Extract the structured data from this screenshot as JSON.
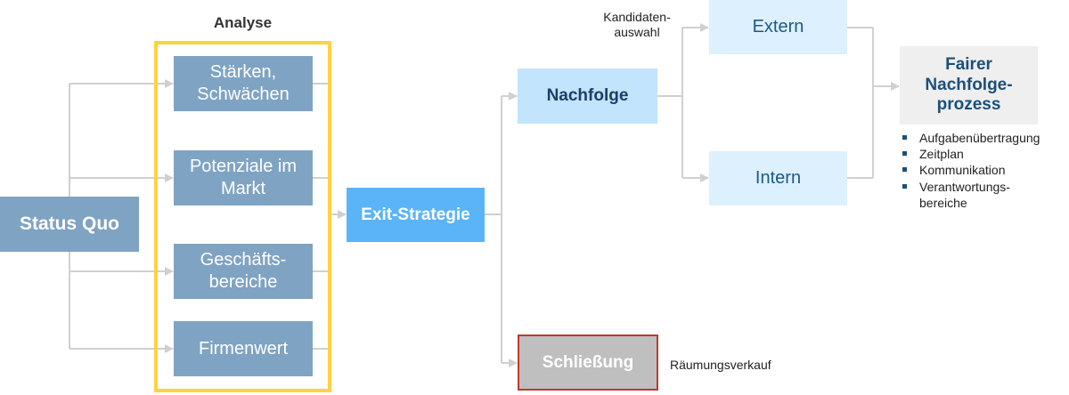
{
  "analysis": {
    "title": "Analyse",
    "items": [
      {
        "line1": "Stärken,",
        "line2": "Schwächen"
      },
      {
        "line1": "Potenziale im",
        "line2": "Markt"
      },
      {
        "line1": "Geschäfts-",
        "line2": "bereiche"
      },
      {
        "line1": "Firmenwert",
        "line2": ""
      }
    ]
  },
  "status_quo": "Status Quo",
  "exit_strategy": "Exit-Strategie",
  "nachfolge": "Nachfolge",
  "kandidatenauswahl": {
    "line1": "Kandidaten-",
    "line2": "auswahl"
  },
  "extern": "Extern",
  "intern": "Intern",
  "schliessung": "Schließung",
  "raeumungsverkauf": "Räumungsverkauf",
  "fair_process": {
    "line1": "Fairer",
    "line2": "Nachfolge-",
    "line3": "prozess",
    "items": [
      "Aufgabenübertragung",
      "Zeitplan",
      "Kommunikation",
      "Verantwortungs-"
    ],
    "items_cont": "bereiche"
  },
  "colors": {
    "box_steel": "#7fa3c3",
    "analysis_frame": "#ffd23f",
    "exit": "#5ab4f7",
    "nachfolge": "#c2e4fc",
    "light_blue": "#ddf0fd",
    "grey": "#bfbfbf",
    "schliessung_border": "#c0392b",
    "connector": "#d0d0d0"
  }
}
